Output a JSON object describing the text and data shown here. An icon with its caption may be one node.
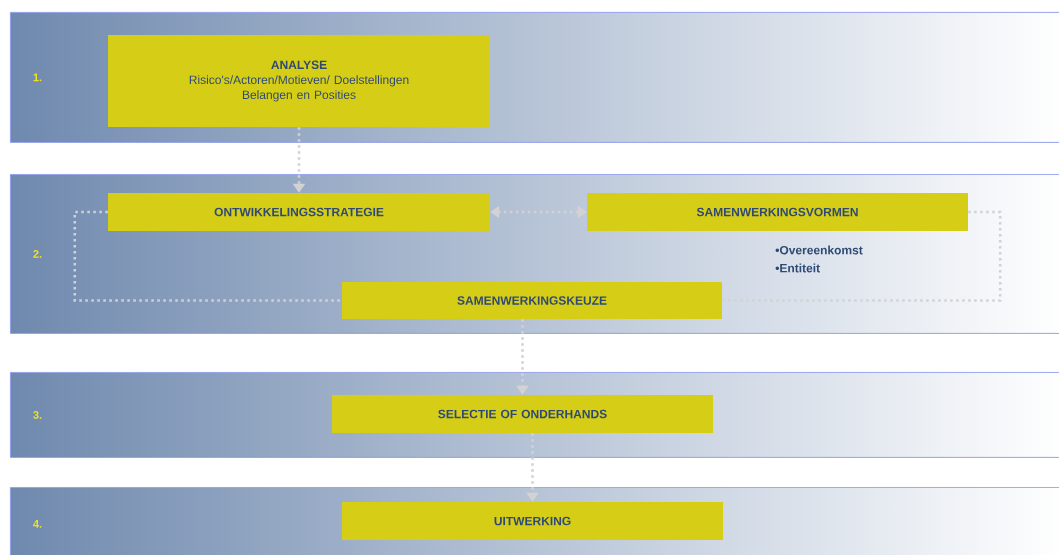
{
  "diagram": {
    "nodes": [
      {
        "text": [
          "1."
        ]
      },
      {
        "text": [
          "ANALYSE",
          "Risico's/Actoren/Motieven/ Doelstellingen",
          "Belangen en Posities"
        ],
        "in": 0
      },
      {
        "text": [
          "2."
        ]
      },
      {
        "text": [
          "ONTWIKKELINGSSTRATEGIE"
        ],
        "in": 2
      },
      {
        "text": [
          "SAMENWERKINGSVORMEN"
        ],
        "in": 2,
        "beside": [
          "•Overeenkomst",
          "•Entiteit"
        ]
      },
      {
        "text": [
          "SAMENWERKINGSKEUZE"
        ],
        "in": 2
      },
      {
        "text": [
          "3."
        ]
      },
      {
        "text": [
          "SELECTIE OF ONDERHANDS"
        ],
        "in": 6
      },
      {
        "text": [
          "4."
        ]
      },
      {
        "text": [
          "UITWERKING"
        ],
        "in": 8
      }
    ],
    "edges": [
      {
        "from": 1,
        "to": 3,
        "arrow": "to"
      },
      {
        "from": 4,
        "to": 3,
        "arrow": "both"
      },
      {
        "from": 3,
        "to": 5,
        "arrow": "none"
      },
      {
        "from": 4,
        "to": 5,
        "arrow": "none"
      },
      {
        "from": 5,
        "to": 7,
        "arrow": "to"
      },
      {
        "from": 7,
        "to": 9,
        "arrow": "to"
      }
    ]
  }
}
